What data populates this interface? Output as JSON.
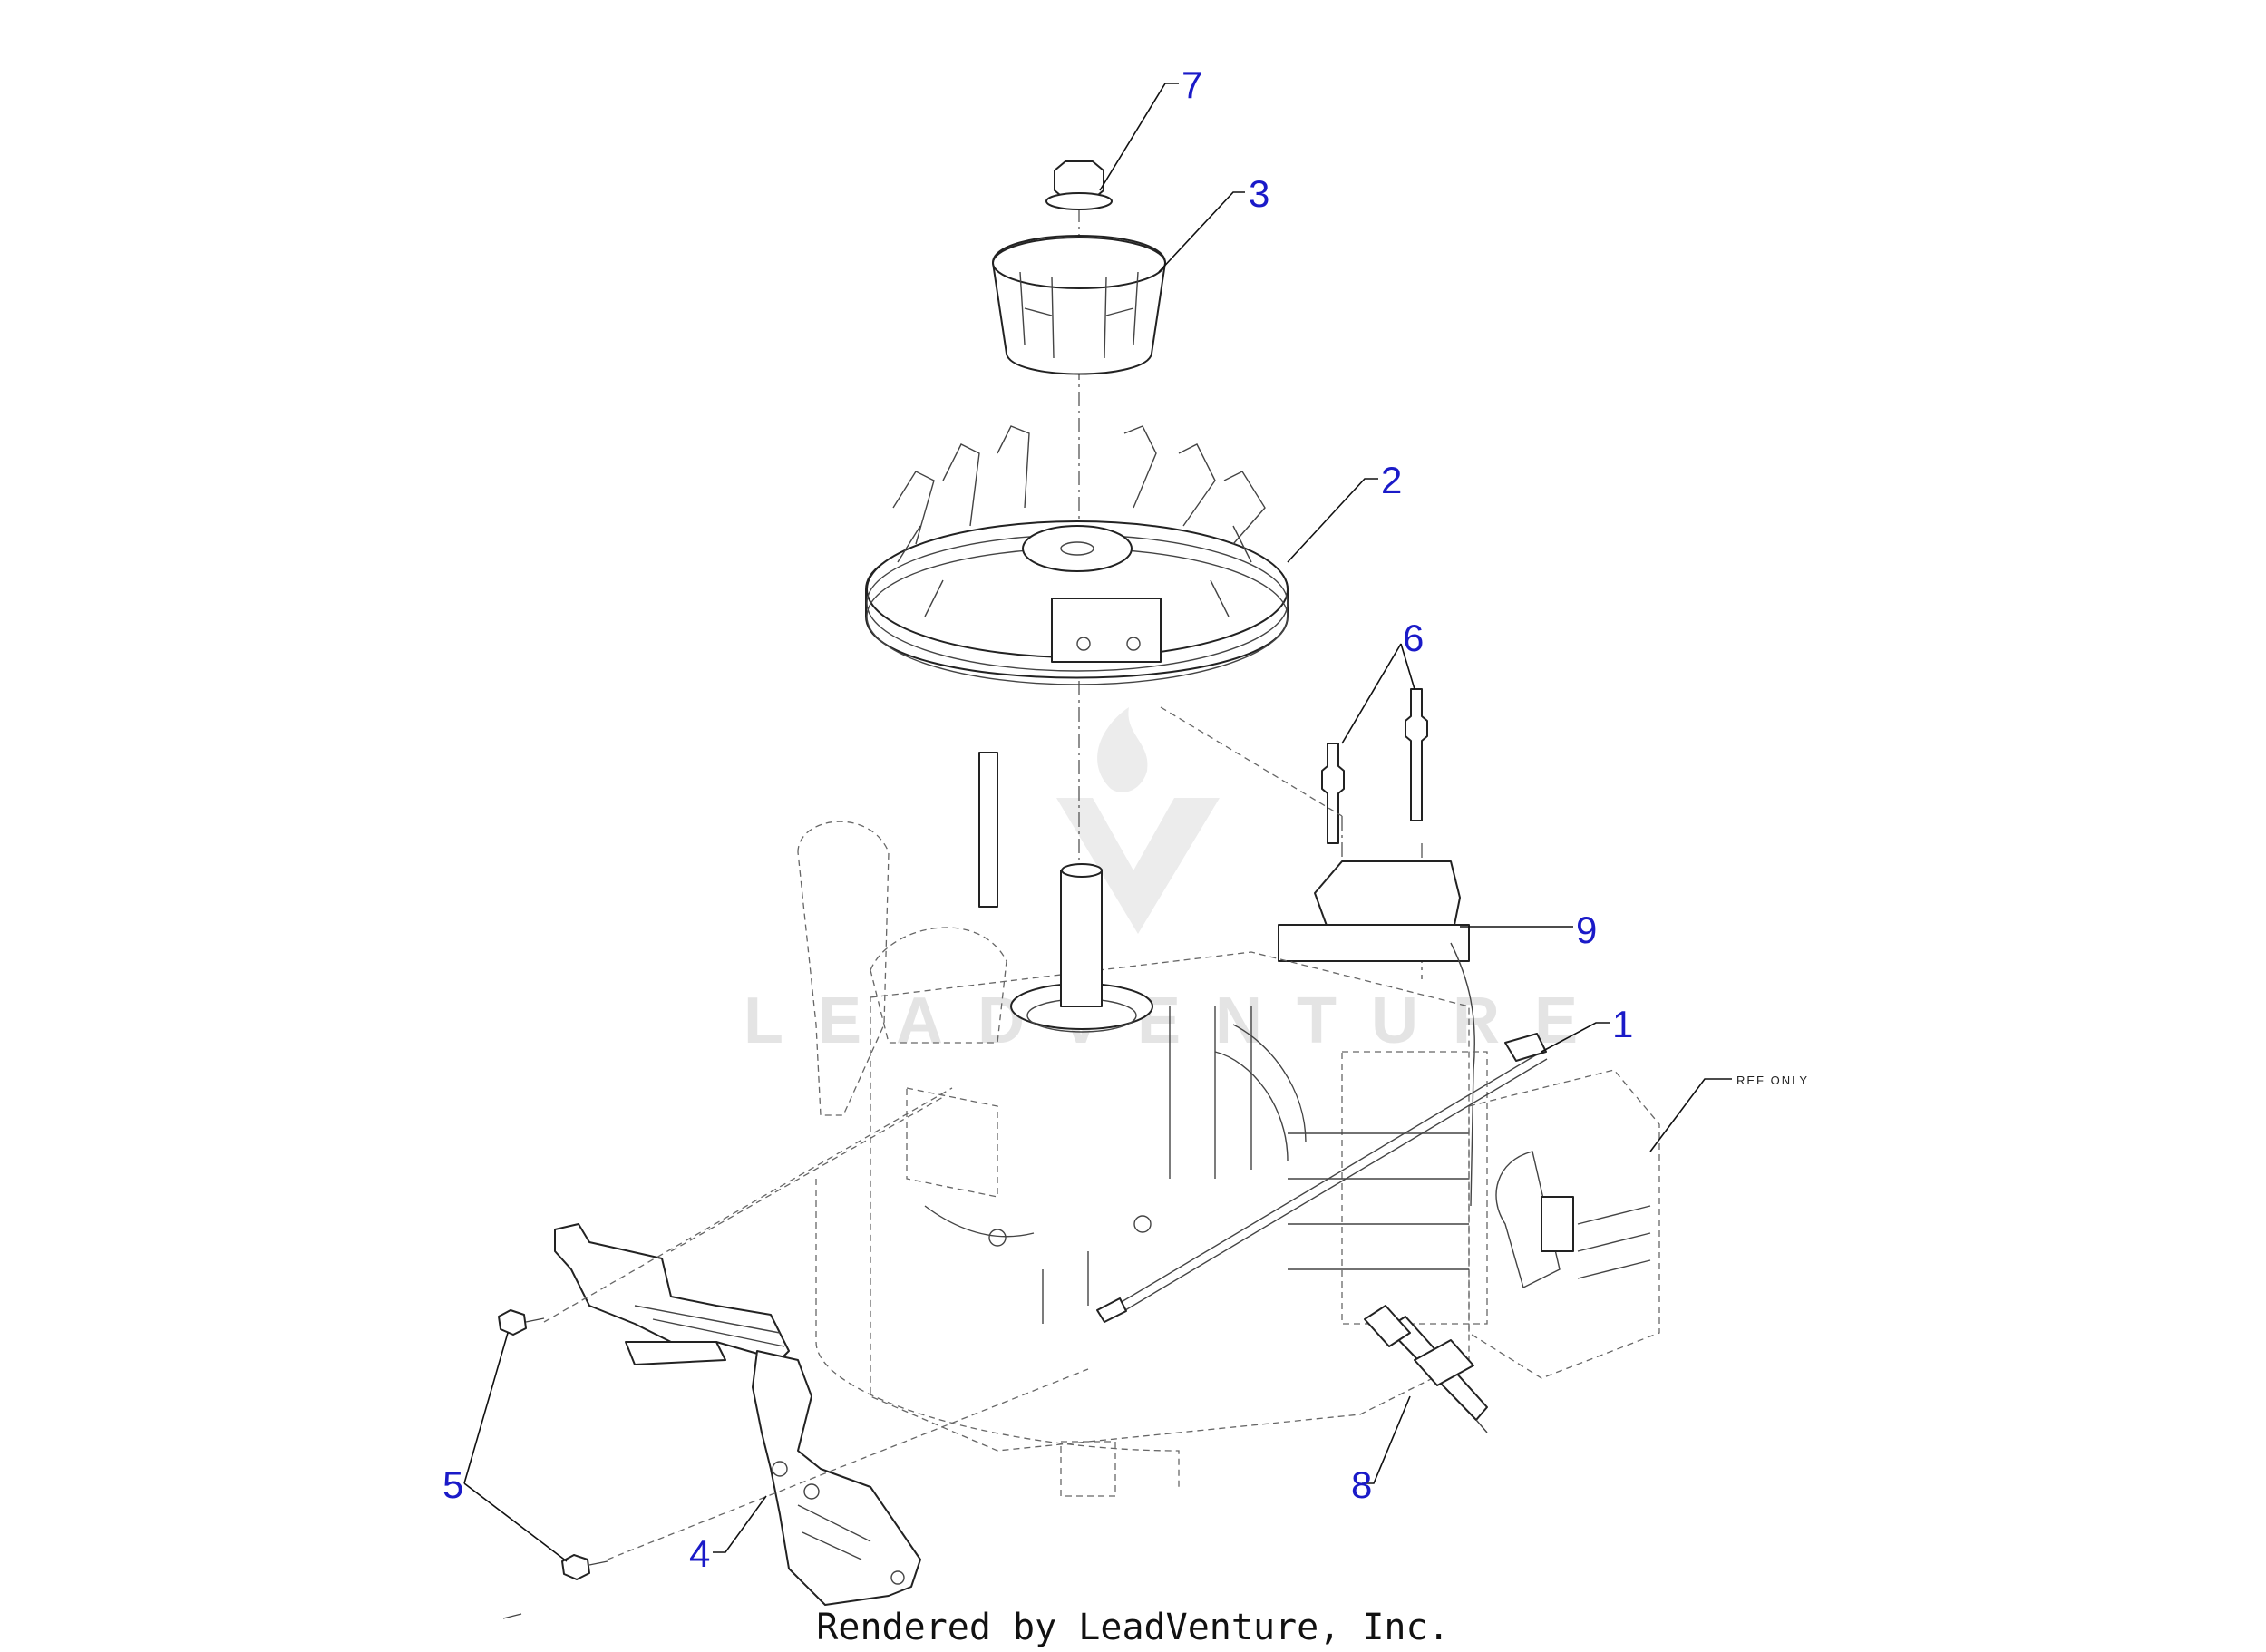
{
  "callouts": [
    {
      "number": "1",
      "part": "cable"
    },
    {
      "number": "2",
      "part": "flywheel"
    },
    {
      "number": "3",
      "part": "starter cup"
    },
    {
      "number": "4",
      "part": "control bracket"
    },
    {
      "number": "5",
      "part": "bolt"
    },
    {
      "number": "6",
      "part": "stud"
    },
    {
      "number": "7",
      "part": "nut"
    },
    {
      "number": "8",
      "part": "spark plug"
    },
    {
      "number": "9",
      "part": "ignition coil"
    }
  ],
  "reference_note": "REF ONLY",
  "watermark": {
    "text": "LEADVENTURE"
  },
  "footer": "Rendered by LeadVenture, Inc.",
  "colors": {
    "callout": "#1a1ac8",
    "line": "#222222",
    "watermark": "#e4e4e4"
  }
}
